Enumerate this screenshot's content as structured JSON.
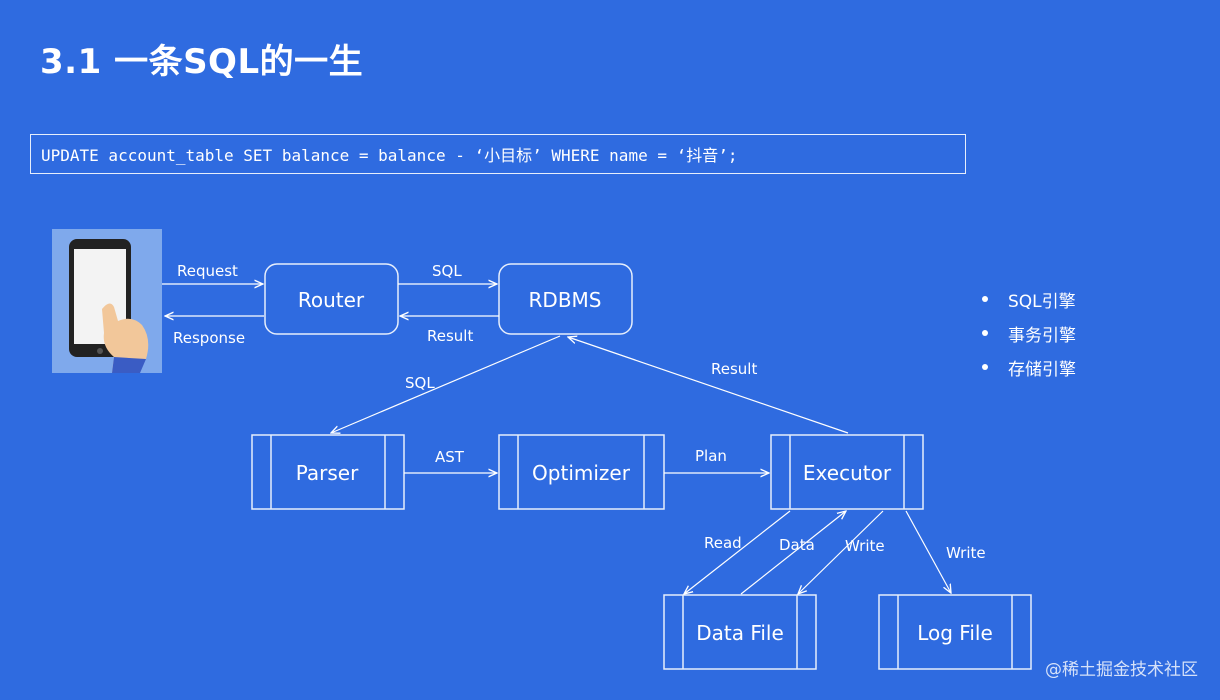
{
  "title": "3.1 一条SQL的一生",
  "sql_statement": "UPDATE account_table SET balance = balance - ‘小目标’ WHERE name = ‘抖音’;",
  "nodes": {
    "router": "Router",
    "rdbms": "RDBMS",
    "parser": "Parser",
    "optimizer": "Optimizer",
    "executor": "Executor",
    "data_file": "Data File",
    "log_file": "Log File"
  },
  "edges": {
    "request": "Request",
    "response": "Response",
    "sql_to_rdbms": "SQL",
    "result_to_router": "Result",
    "sql_to_parser": "SQL",
    "result_from_executor": "Result",
    "ast": "AST",
    "plan": "Plan",
    "read": "Read",
    "data": "Data",
    "write_data": "Write",
    "write_log": "Write"
  },
  "bullets": [
    "SQL引擎",
    "事务引擎",
    "存储引擎"
  ],
  "watermark": "@稀土掘金技术社区",
  "colors": {
    "background": "#2f6be0",
    "foreground": "#ffffff"
  },
  "icons": {
    "client": "phone-in-hand-icon"
  }
}
